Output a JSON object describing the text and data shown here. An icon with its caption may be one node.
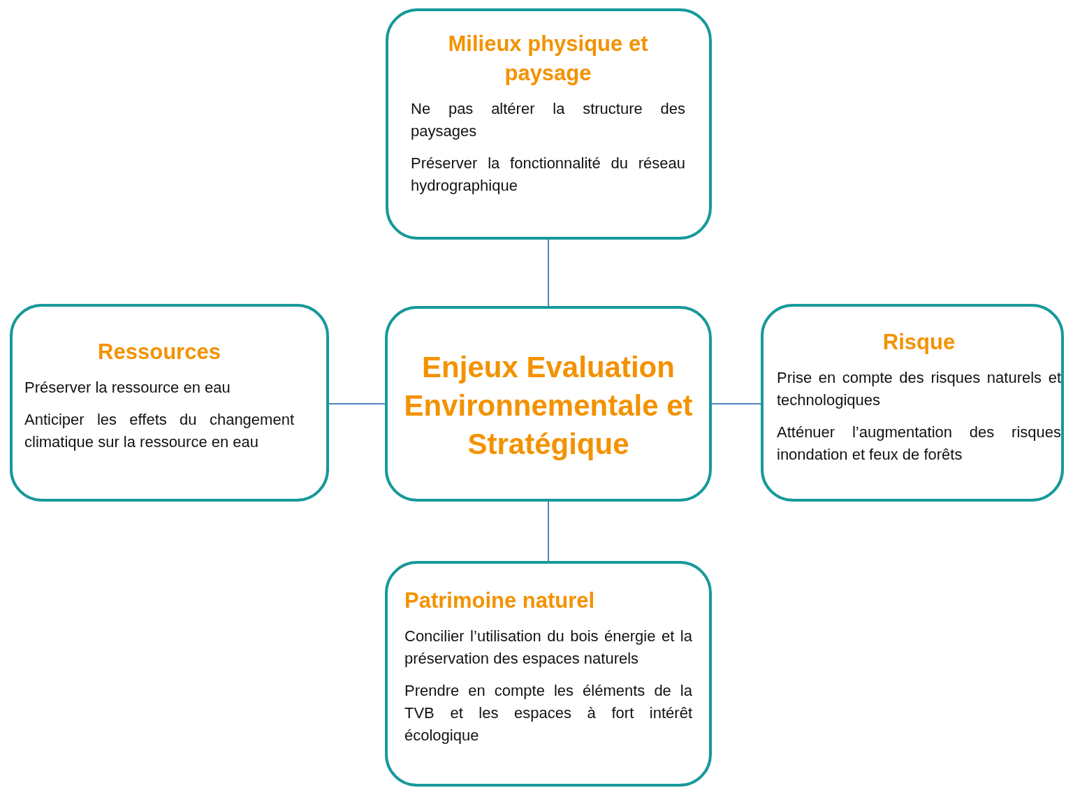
{
  "diagram": {
    "nodes": [
      {
        "text": [
          "Milieux physique et paysage",
          "Ne pas altérer la structure des paysages",
          "Préserver la fonctionnalité du réseau hydrographique"
        ]
      },
      {
        "text": [
          "Ressources",
          "Préserver la ressource en eau",
          "Anticiper les effets du changement climatique sur la ressource en eau"
        ]
      },
      {
        "text": [
          "Enjeux Evaluation Environnementale et Stratégique"
        ]
      },
      {
        "text": [
          "Risque",
          "Prise en compte des risques naturels et technologiques",
          "Atténuer l’augmentation des risques inondation et feux de forêts"
        ]
      },
      {
        "text": [
          "Patrimoine naturel",
          "Concilier l’utilisation du bois énergie et la préservation des espaces naturels",
          "Prendre en compte les éléments de la TVB et les espaces à fort intérêt écologique"
        ]
      }
    ],
    "edges": [
      {
        "from": 2,
        "to": 0,
        "arrow": "none"
      },
      {
        "from": 2,
        "to": 1,
        "arrow": "none"
      },
      {
        "from": 2,
        "to": 3,
        "arrow": "none"
      },
      {
        "from": 2,
        "to": 4,
        "arrow": "none"
      }
    ]
  }
}
